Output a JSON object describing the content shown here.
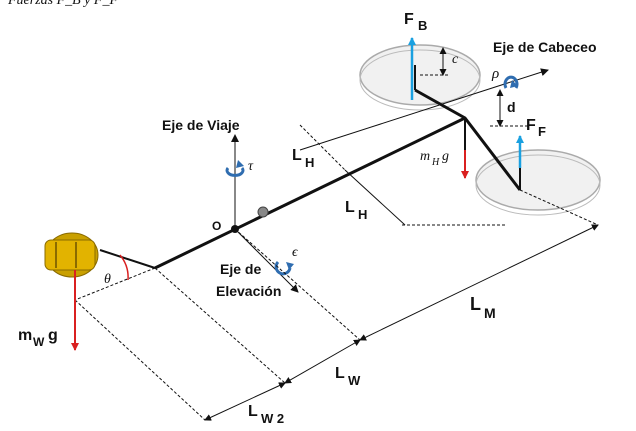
{
  "top_caption": "Fuerzas F_B y F_F",
  "axes": {
    "pitch": "Eje de Cabeceo",
    "travel": "Eje de Viaje",
    "elevation_line1": "Eje de",
    "elevation_line2": "Elevación"
  },
  "symbols": {
    "rho": "ρ",
    "tau": "τ",
    "epsilon": "ϵ",
    "theta": "θ",
    "c": "c",
    "d": "d",
    "origin": "O",
    "mHg": "m",
    "mHg_sub": "H",
    "mHg_g": "g"
  },
  "forces": {
    "FB": "F",
    "FB_sub": "B",
    "FF": "F",
    "FF_sub": "F"
  },
  "lengths": {
    "LH1": "L",
    "LH1_sub": "H",
    "LH2": "L",
    "LH2_sub": "H",
    "LM": "L",
    "LM_sub": "M",
    "LW": "L",
    "LW_sub": "W",
    "LW2": "L",
    "LW2_sub": "W 2"
  },
  "weight": {
    "m": "m",
    "m_sub": "W",
    "g": "g"
  },
  "colors": {
    "force_arrow": "#1aa0e0",
    "gravity_arrow": "#d92020",
    "rotation_icon": "#2f6db0",
    "counterweight": "#c9a000"
  }
}
